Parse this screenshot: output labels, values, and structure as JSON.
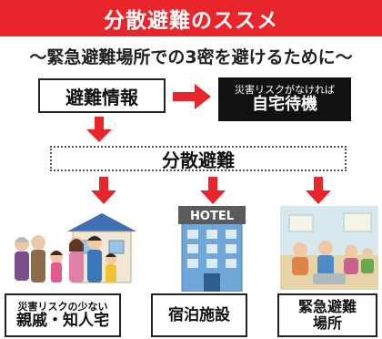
{
  "title": "分散避難のススメ",
  "subtitle": "〜緊急避難場所での3密を避けるために〜",
  "step1": {
    "label": "避難情報"
  },
  "no_risk": {
    "line1": "災害リスクがなければ",
    "line2": "自宅待機"
  },
  "dispersal": {
    "label": "分散避難"
  },
  "options": [
    {
      "line1": "災害リスクの少ない",
      "line2": "親戚・知人宅"
    },
    {
      "line1": "宿泊施設"
    },
    {
      "line1": "緊急避難",
      "line2": "場所"
    }
  ],
  "hotel_sign": "HOTEL",
  "colors": {
    "accent": "#e8252b",
    "dark": "#111111"
  }
}
